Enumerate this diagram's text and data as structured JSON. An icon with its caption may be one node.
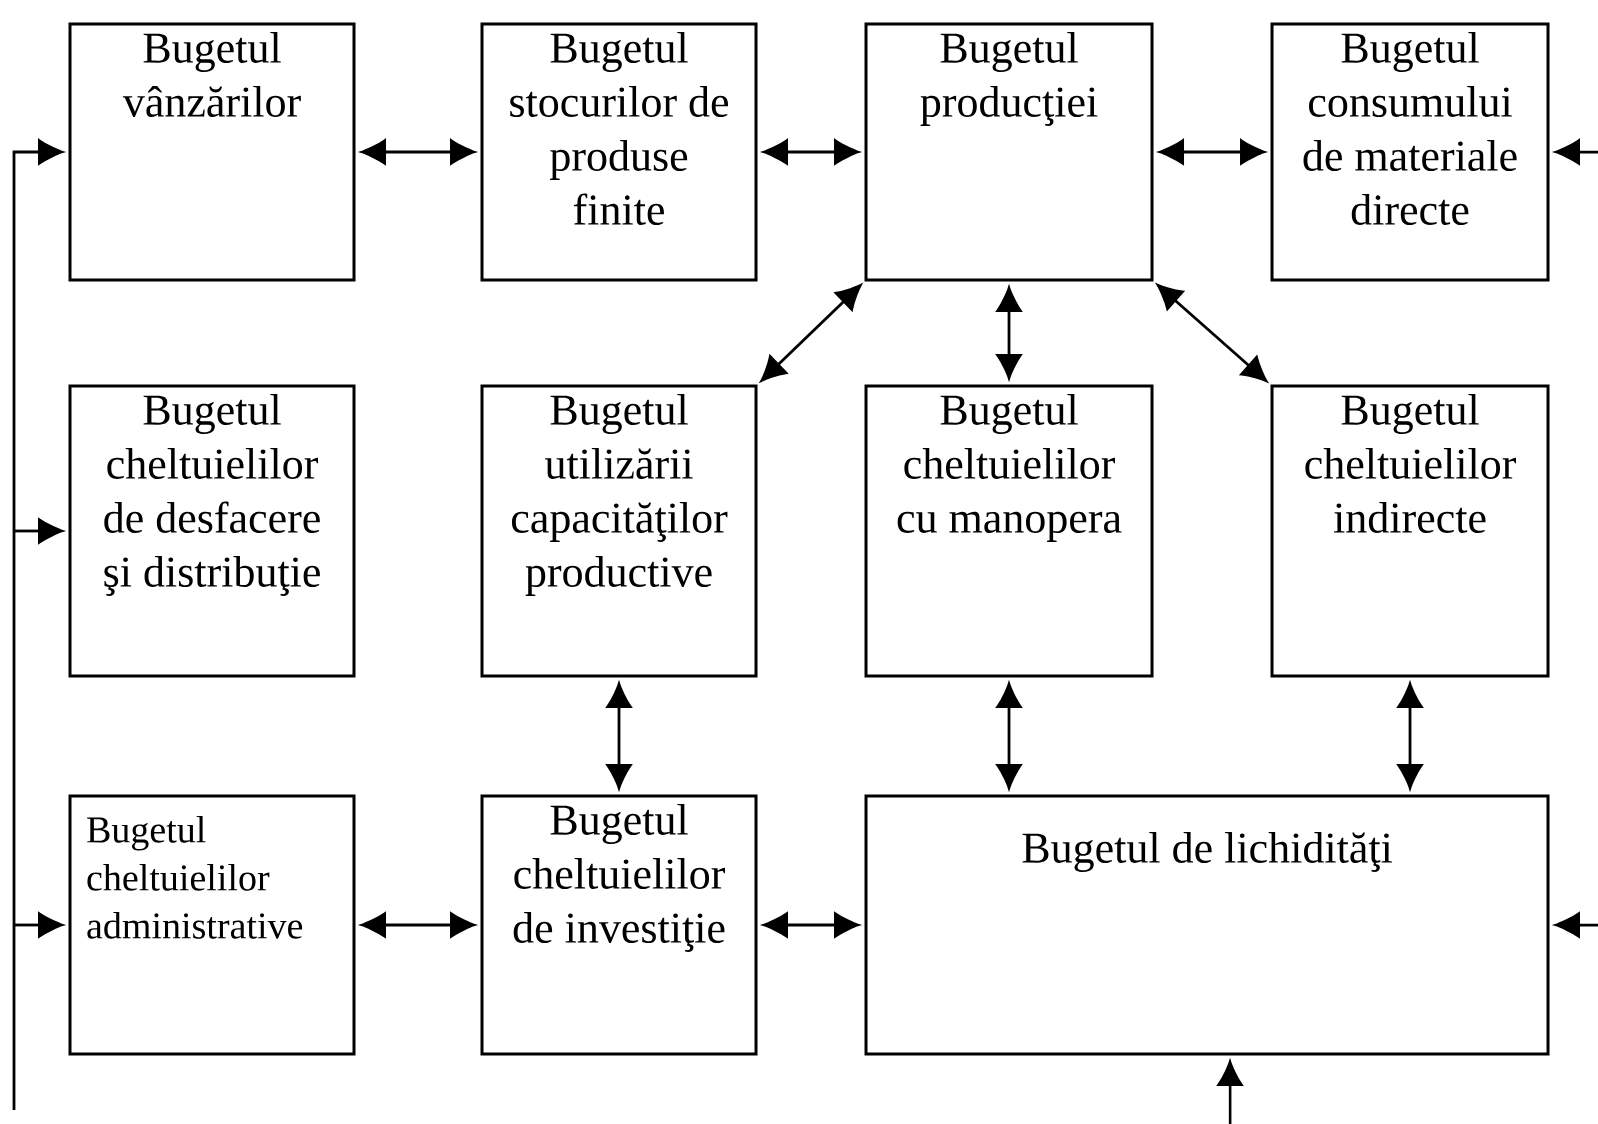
{
  "diagram": {
    "nodes": [
      {
        "text": [
          "Bugetul vânzărilor"
        ]
      },
      {
        "text": [
          "Bugetul stocurilor de produse finite"
        ]
      },
      {
        "text": [
          "Bugetul producţiei"
        ]
      },
      {
        "text": [
          "Bugetul consumului de materiale directe"
        ]
      },
      {
        "text": [
          "Bugetul cheltuielilor de desfacere şi distribuţie"
        ]
      },
      {
        "text": [
          "Bugetul utilizării capacităţilor productive"
        ]
      },
      {
        "text": [
          "Bugetul cheltuielilor cu manopera"
        ]
      },
      {
        "text": [
          "Bugetul cheltuielilor indirecte"
        ]
      },
      {
        "text": [
          "Bugetul cheltuielilor administrative"
        ]
      },
      {
        "text": [
          "Bugetul cheltuielilor de investiţie"
        ]
      },
      {
        "text": [
          "Bugetul de lichidităţi"
        ]
      }
    ],
    "edges": [
      {
        "from": 0,
        "to": 1,
        "arrow": "both"
      },
      {
        "from": 1,
        "to": 2,
        "arrow": "both"
      },
      {
        "from": 2,
        "to": 3,
        "arrow": "both"
      },
      {
        "from": 2,
        "to": 5,
        "arrow": "both"
      },
      {
        "from": 2,
        "to": 6,
        "arrow": "both"
      },
      {
        "from": 2,
        "to": 7,
        "arrow": "both"
      },
      {
        "from": 5,
        "to": 9,
        "arrow": "both"
      },
      {
        "from": 6,
        "to": 10,
        "arrow": "both"
      },
      {
        "from": 7,
        "to": 10,
        "arrow": "both"
      },
      {
        "from": 8,
        "to": 9,
        "arrow": "both"
      },
      {
        "from": 9,
        "to": 10,
        "arrow": "both"
      },
      {
        "from": null,
        "to": 0,
        "arrow": "to"
      },
      {
        "from": null,
        "to": 4,
        "arrow": "to"
      },
      {
        "from": null,
        "to": 8,
        "arrow": "to"
      },
      {
        "from": null,
        "to": 3,
        "arrow": "to"
      },
      {
        "from": null,
        "to": 10,
        "arrow": "to"
      },
      {
        "from": null,
        "to": 10,
        "arrow": "to"
      }
    ]
  }
}
